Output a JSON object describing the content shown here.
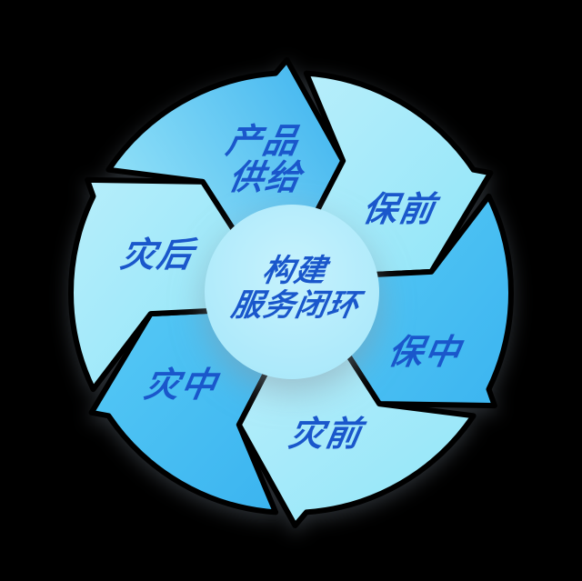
{
  "background": "#000000",
  "colors": {
    "label_text": "#1a57cb",
    "light_start": "#b7eefb",
    "light_end": "#90e5f8",
    "medium_start": "#56c9f5",
    "medium_end": "#3bb4f0",
    "product_start": "#96e3f8",
    "product_end": "#34aeee",
    "center_start": "#c6f2fd",
    "center_end": "#a6e7fa"
  },
  "center": {
    "lines": [
      "构建",
      "服务闭环"
    ]
  },
  "segments": [
    {
      "id": "product-supply",
      "lines": [
        "产品",
        "供给"
      ],
      "tone": "medium"
    },
    {
      "id": "pre-insurance",
      "lines": [
        "保前"
      ],
      "tone": "light"
    },
    {
      "id": "in-insurance",
      "lines": [
        "保中"
      ],
      "tone": "medium"
    },
    {
      "id": "pre-disaster",
      "lines": [
        "灾前"
      ],
      "tone": "light"
    },
    {
      "id": "in-disaster",
      "lines": [
        "灾中"
      ],
      "tone": "medium"
    },
    {
      "id": "post-disaster",
      "lines": [
        "灾后"
      ],
      "tone": "light"
    }
  ]
}
